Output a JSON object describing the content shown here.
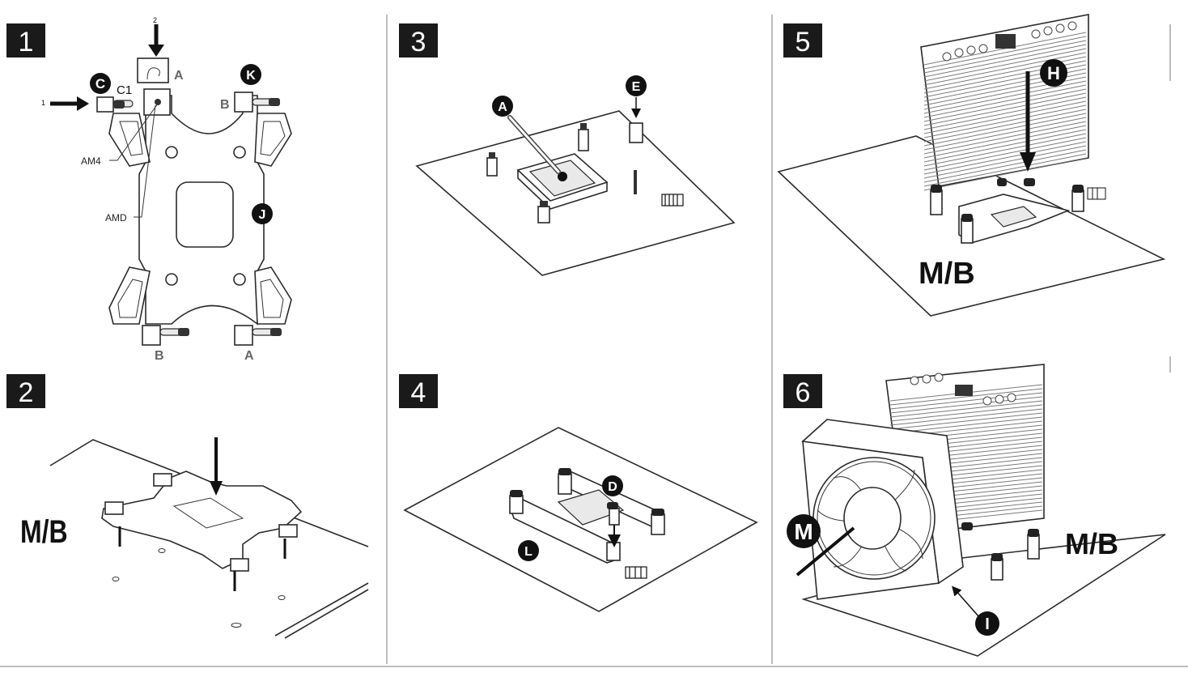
{
  "steps": [
    {
      "number": "1"
    },
    {
      "number": "2"
    },
    {
      "number": "3"
    },
    {
      "number": "4"
    },
    {
      "number": "5"
    },
    {
      "number": "6"
    }
  ],
  "step1": {
    "callouts": {
      "c": "C",
      "k": "K",
      "j": "J"
    },
    "labels": {
      "c1": "C1",
      "arrow1": "1",
      "arrow2": "2",
      "a_top": "A",
      "b_right": "B",
      "b_bottom": "B",
      "a_bottom": "A",
      "am4": "AM4",
      "amd": "AMD"
    }
  },
  "step2": {
    "mb_label": "M/B"
  },
  "step3": {
    "callouts": {
      "a": "A",
      "e": "E"
    }
  },
  "step4": {
    "callouts": {
      "d": "D",
      "l": "L"
    }
  },
  "step5": {
    "callouts": {
      "h": "H"
    },
    "mb_label": "M/B"
  },
  "step6": {
    "callouts": {
      "m": "M",
      "i": "I"
    },
    "mb_label": "M/B"
  }
}
